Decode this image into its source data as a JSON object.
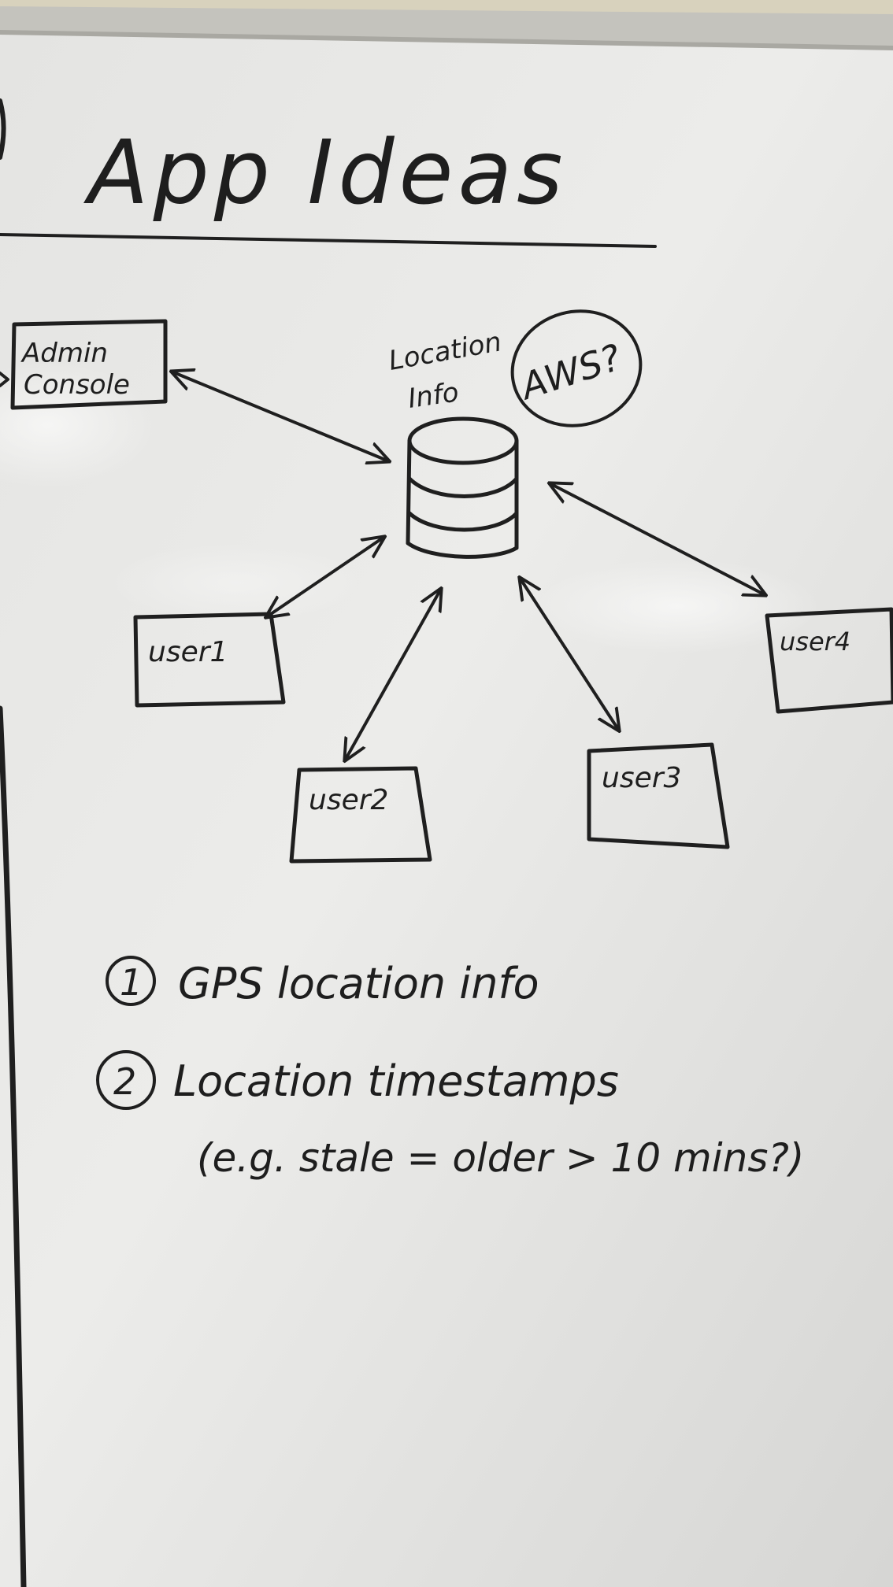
{
  "board": {
    "title": "App Ideas",
    "colors": {
      "ink": "#1f1f1f",
      "board": "#e6e6e4",
      "frame": "#bdbcb6",
      "wall": "#d8d2bd"
    }
  },
  "diagram": {
    "hub": {
      "label_line1": "Location",
      "label_line2": "Info",
      "icon": "database-icon",
      "note": "AWS?"
    },
    "nodes": {
      "admin": {
        "line1": "Admin",
        "line2": "Console"
      },
      "user1": "user1",
      "user2": "user2",
      "user3": "user3",
      "user4": "user4"
    }
  },
  "notes": {
    "item1": {
      "number": "1",
      "text": "GPS location info"
    },
    "item2": {
      "number": "2",
      "text": "Location timestamps",
      "subtext": "(e.g. stale = older > 10 mins?)"
    }
  }
}
